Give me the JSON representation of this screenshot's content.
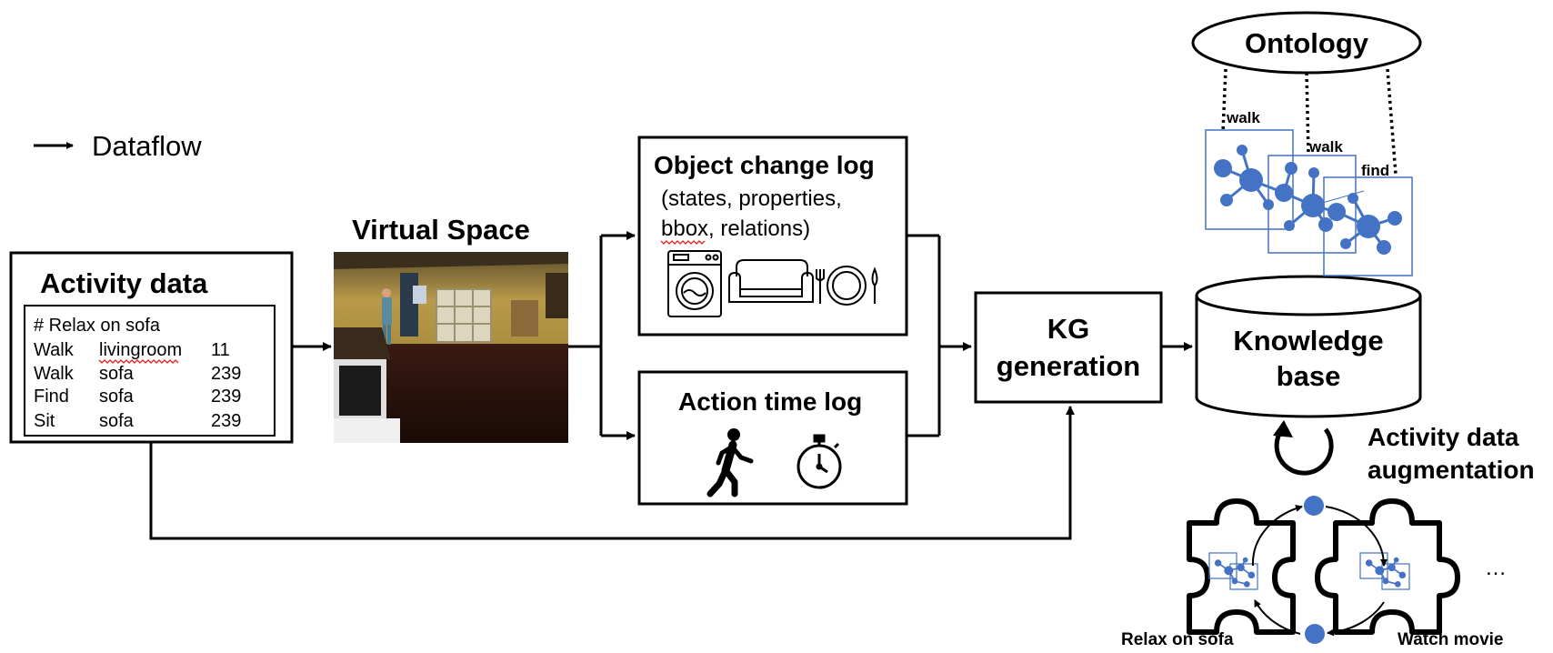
{
  "legend": {
    "dataflow_label": "Dataflow"
  },
  "activity_data": {
    "title": "Activity data",
    "script_header": "# Relax on sofa",
    "rows": [
      {
        "action": "Walk",
        "object": "livingroom",
        "id": "11"
      },
      {
        "action": "Walk",
        "object": "sofa",
        "id": "239"
      },
      {
        "action": "Find",
        "object": "sofa",
        "id": "239"
      },
      {
        "action": "Sit",
        "object": "sofa",
        "id": "239"
      }
    ]
  },
  "virtual_space": {
    "title": "Virtual Space"
  },
  "object_change_log": {
    "title": "Object change log",
    "subtitle_line1": "(states, properties,",
    "subtitle_word": "bbox",
    "subtitle_rest": ", relations)",
    "icons": [
      "washing-machine-icon",
      "sofa-icon",
      "plate-cutlery-icon"
    ]
  },
  "action_time_log": {
    "title": "Action time log",
    "icons": [
      "walking-person-icon",
      "stopwatch-icon"
    ]
  },
  "kg_generation": {
    "line1": "KG",
    "line2": "generation"
  },
  "knowledge_base": {
    "line1": "Knowledge",
    "line2": "base"
  },
  "ontology": {
    "title": "Ontology",
    "graph_labels": [
      "walk",
      "walk",
      "find"
    ]
  },
  "augmentation": {
    "line1": "Activity data",
    "line2": "augmentation",
    "left_label": "Relax on sofa",
    "right_label": "Watch movie",
    "ellipsis": "…"
  },
  "colors": {
    "node_blue": "#4472c4",
    "line_black": "#000000",
    "spell_underline": "#e0201a"
  }
}
